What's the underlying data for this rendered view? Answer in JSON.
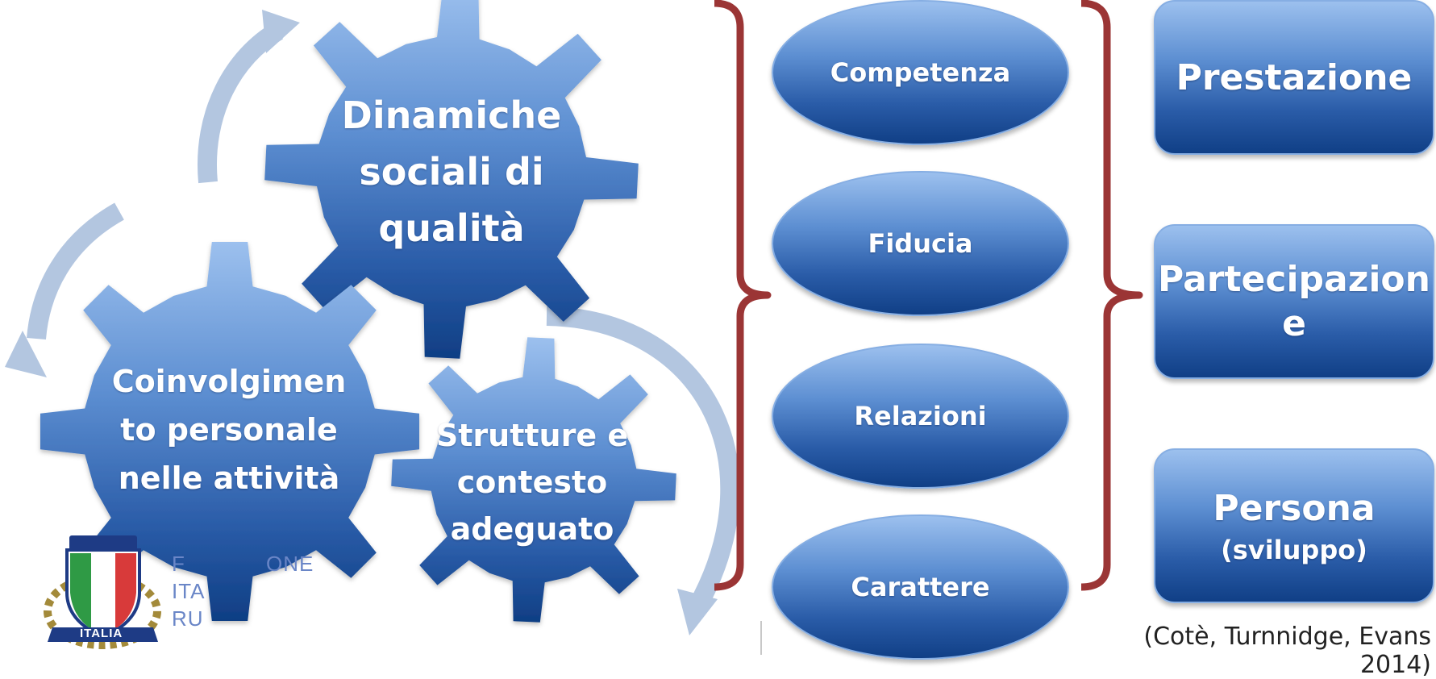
{
  "gears": [
    {
      "id": "dinamiche",
      "lines": [
        "Dinamiche",
        "sociali di",
        "qualità"
      ]
    },
    {
      "id": "coinvolgimento",
      "lines": [
        "Coinvolgimen",
        "to personale",
        "nelle attività"
      ]
    },
    {
      "id": "strutture",
      "lines": [
        "Strutture e",
        "contesto",
        "adeguato"
      ]
    }
  ],
  "outcomes": [
    {
      "label": "Competenza"
    },
    {
      "label": "Fiducia"
    },
    {
      "label": "Relazioni"
    },
    {
      "label": "Carattere"
    }
  ],
  "results": [
    {
      "lines": [
        "Prestazione"
      ],
      "sub": ""
    },
    {
      "lines": [
        "Partecipazion",
        "e"
      ],
      "sub": ""
    },
    {
      "lines": [
        "Persona"
      ],
      "sub": "(sviluppo)"
    }
  ],
  "citation": "(Cotè, Turnnidge, Evans 2014)",
  "logo": {
    "banner": "ITALIA",
    "partial_text": [
      "F",
      "ONE",
      "ITA",
      "RU"
    ]
  },
  "colors": {
    "shape_top": "#9cc0ee",
    "shape_bottom": "#0f3e84",
    "arrow": "#b3c6e0",
    "bracket": "#9b3535",
    "text": "#ffffff"
  }
}
